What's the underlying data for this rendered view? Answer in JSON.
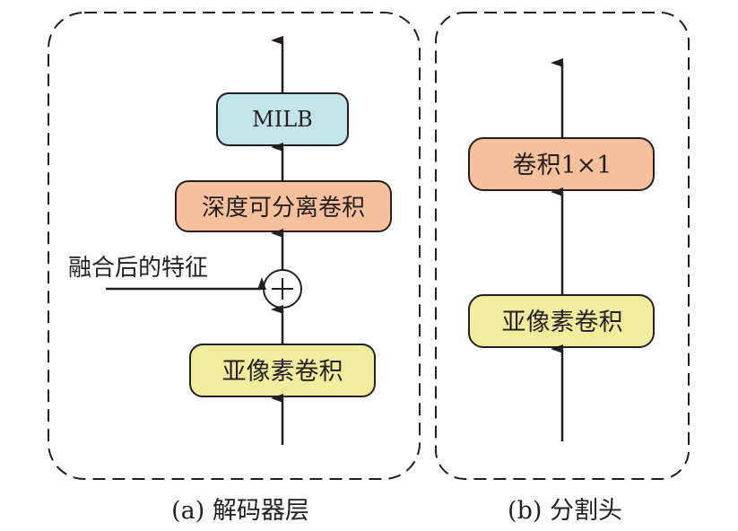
{
  "panels": {
    "a": {
      "caption": "(a) 解码器层",
      "blocks": {
        "milb": {
          "label": "MILB",
          "fill": "#c2e5e8"
        },
        "dwconv": {
          "label": "深度可分离卷积",
          "fill": "#f8c19c"
        },
        "subpixel": {
          "label": "亚像素卷积",
          "fill": "#f1ed9d"
        }
      },
      "side_input_label": "融合后的特征",
      "add_symbol": "+"
    },
    "b": {
      "caption": "(b) 分割头",
      "blocks": {
        "conv1x1": {
          "label": "卷积1×1",
          "fill": "#f8c19c"
        },
        "subpixel": {
          "label": "亚像素卷积",
          "fill": "#f1ed9d"
        }
      }
    }
  },
  "colors": {
    "stroke": "#231f20",
    "dash": "#231f20"
  }
}
